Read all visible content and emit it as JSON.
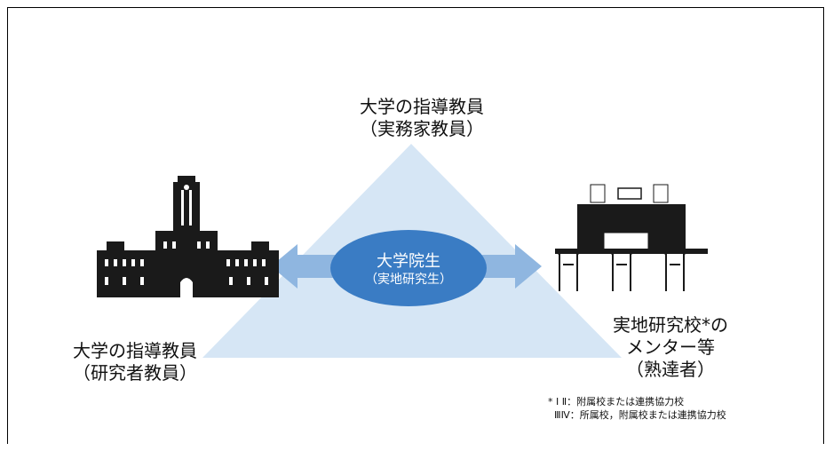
{
  "roles": {
    "top": {
      "line1": "大学の指導教員",
      "line2": "（実務家教員）"
    },
    "left": {
      "line1": "大学の指導教員",
      "line2": "（研究者教員）"
    },
    "right": {
      "line1": "実地研究校*の",
      "line2": "メンター等",
      "line3": "（熟達者）"
    }
  },
  "center": {
    "title": "大学院生",
    "subtitle": "（実地研究生）"
  },
  "footnote": {
    "line1": "* Ⅰ Ⅱ：附属校または連携協力校",
    "line2": "  ⅢⅣ：所属校，附属校または連携協力校"
  },
  "colors": {
    "triangle": "#d6e6f5",
    "arrows": "#8fb6e0",
    "ellipse": "#3a7cc4",
    "building": "#1a1a1a"
  },
  "icons": {
    "left": "university-building-icon",
    "right": "classroom-icon"
  }
}
